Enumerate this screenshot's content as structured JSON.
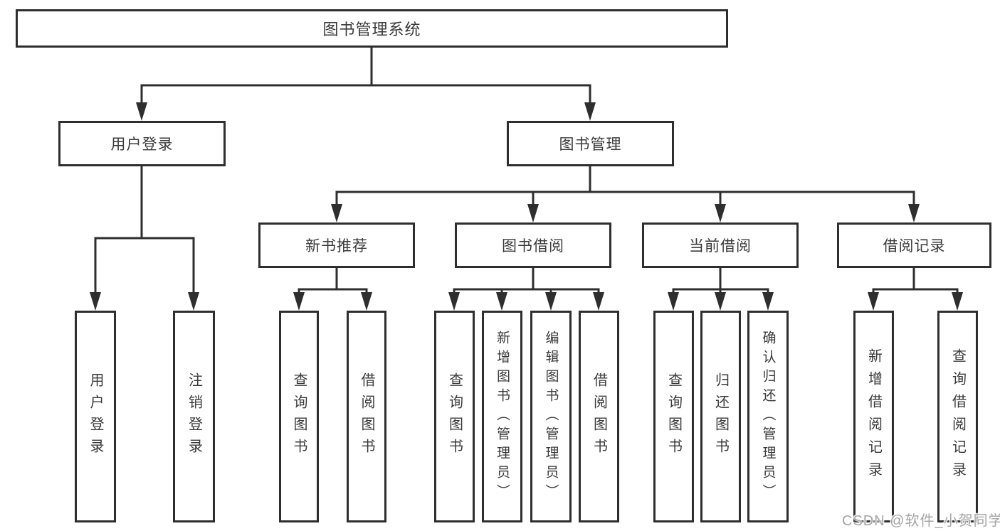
{
  "nodes": {
    "root": "图书管理系统",
    "user_login": "用户登录",
    "book_mgmt": "图书管理",
    "new_book_rec": "新书推荐",
    "book_borrow": "图书借阅",
    "current_borrow": "当前借阅",
    "borrow_records": "借阅记录",
    "leaf_user_login": "用户登录",
    "leaf_logout": "注销登录",
    "leaf_rec_query": "查询图书",
    "leaf_rec_borrow": "借阅图书",
    "leaf_bb_query": "查询图书",
    "leaf_bb_add": "新增图书（管理员）",
    "leaf_bb_edit": "编辑图书（管理员）",
    "leaf_bb_borrow": "借阅图书",
    "leaf_cb_query": "查询图书",
    "leaf_cb_return": "归还图书",
    "leaf_cb_confirm": "确认归还（管理员）",
    "leaf_br_add": "新增借阅记录",
    "leaf_br_query": "查询借阅记录"
  },
  "watermark": "CSDN @软件_小贺同学",
  "colors": {
    "line": "#2e2e2e",
    "text": "#3a3a3a",
    "background": "#ffffff",
    "watermark": "#a5a5a5"
  }
}
